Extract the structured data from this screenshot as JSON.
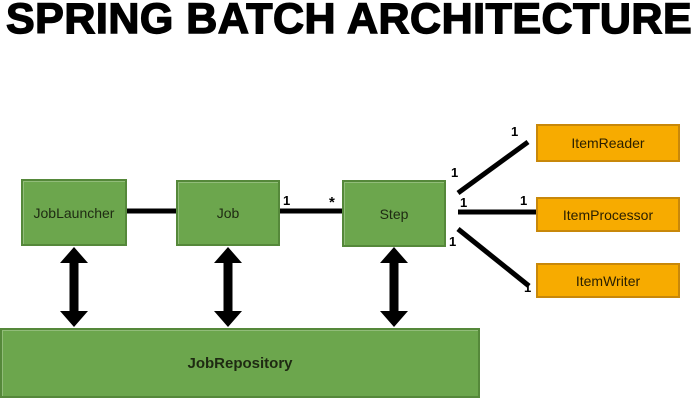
{
  "title": "SPRING BATCH ARCHITECTURE",
  "colors": {
    "box_green": "#6ca64d",
    "box_green_border": "#55883a",
    "box_orange": "#f7ab00",
    "box_orange_border": "#c8880a",
    "line": "#000000"
  },
  "nodes": {
    "job_launcher": "JobLauncher",
    "job": "Job",
    "step": "Step",
    "job_repository": "JobRepository",
    "item_reader": "ItemReader",
    "item_processor": "ItemProcessor",
    "item_writer": "ItemWriter"
  },
  "multiplicities": {
    "job_step_one": "1",
    "job_step_many": "*",
    "step_reader_near": "1",
    "step_reader_far": "1",
    "step_processor_near": "1",
    "step_processor_far": "1",
    "step_writer_near": "1",
    "step_writer_far": "1"
  }
}
